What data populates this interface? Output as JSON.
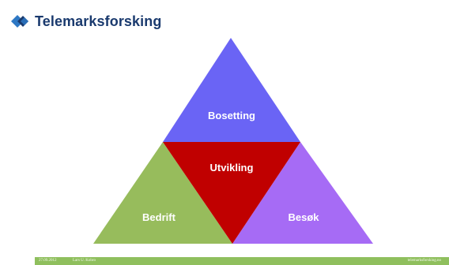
{
  "logo": {
    "text": "Telemarksforsking",
    "icon": "diamond-logo-icon"
  },
  "diagram": {
    "top": "Bosetting",
    "center": "Utvikling",
    "left": "Bedrift",
    "right": "Besøk"
  },
  "colors": {
    "top": "#6a64f5",
    "center": "#c00000",
    "left": "#97bc5c",
    "right": "#a66bf5",
    "footer": "#8fbf5d",
    "logo_text": "#1a3a6e"
  },
  "footer": {
    "date": "27.09.2012",
    "author": "Lars U. Kobro",
    "website": "telemarksforsking.no"
  }
}
